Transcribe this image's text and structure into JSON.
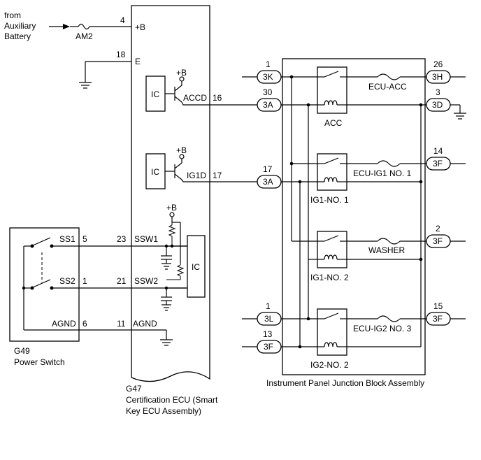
{
  "source": {
    "line1": "from",
    "line2": "Auxiliary",
    "line3": "Battery"
  },
  "fuse_am2": "AM2",
  "ecu": {
    "pin_b_num": "4",
    "pin_b": "+B",
    "pin_e_num": "18",
    "pin_e": "E",
    "ic1": "IC",
    "plusb1": "+B",
    "accd": "ACCD",
    "accd_num": "16",
    "ic2": "IC",
    "plusb2": "+B",
    "ig1d": "IG1D",
    "ig1d_num": "17",
    "plusb3": "+B",
    "ic3": "IC",
    "ssw1_num": "23",
    "ssw1": "SSW1",
    "ssw2_num": "21",
    "ssw2": "SSW2",
    "agnd_num": "11",
    "agnd": "AGND",
    "id": "G47",
    "name1": "Certification ECU (Smart",
    "name2": "Key ECU Assembly)"
  },
  "power_switch": {
    "ss1": "SS1",
    "ss1_num": "5",
    "ss2": "SS2",
    "ss2_num": "1",
    "agnd": "AGND",
    "agnd_num": "6",
    "id": "G49",
    "name": "Power Switch"
  },
  "junction_block": {
    "name": "Instrument Panel Junction Block Assembly",
    "left_connectors": [
      {
        "pin": "1",
        "conn": "3K"
      },
      {
        "pin": "30",
        "conn": "3A"
      },
      {
        "pin": "17",
        "conn": "3A"
      },
      {
        "pin": "1",
        "conn": "3L"
      },
      {
        "pin": "13",
        "conn": "3F"
      }
    ],
    "right_connectors": [
      {
        "pin": "26",
        "conn": "3H"
      },
      {
        "pin": "3",
        "conn": "3D"
      },
      {
        "pin": "14",
        "conn": "3F"
      },
      {
        "pin": "2",
        "conn": "3F"
      },
      {
        "pin": "15",
        "conn": "3F"
      }
    ],
    "relays": [
      "ACC",
      "IG1-NO. 1",
      "IG1-NO. 2",
      "IG2-NO. 2"
    ],
    "fuses": [
      "ECU-ACC",
      "ECU-IG1 NO. 1",
      "WASHER",
      "ECU-IG2 NO. 3"
    ]
  }
}
